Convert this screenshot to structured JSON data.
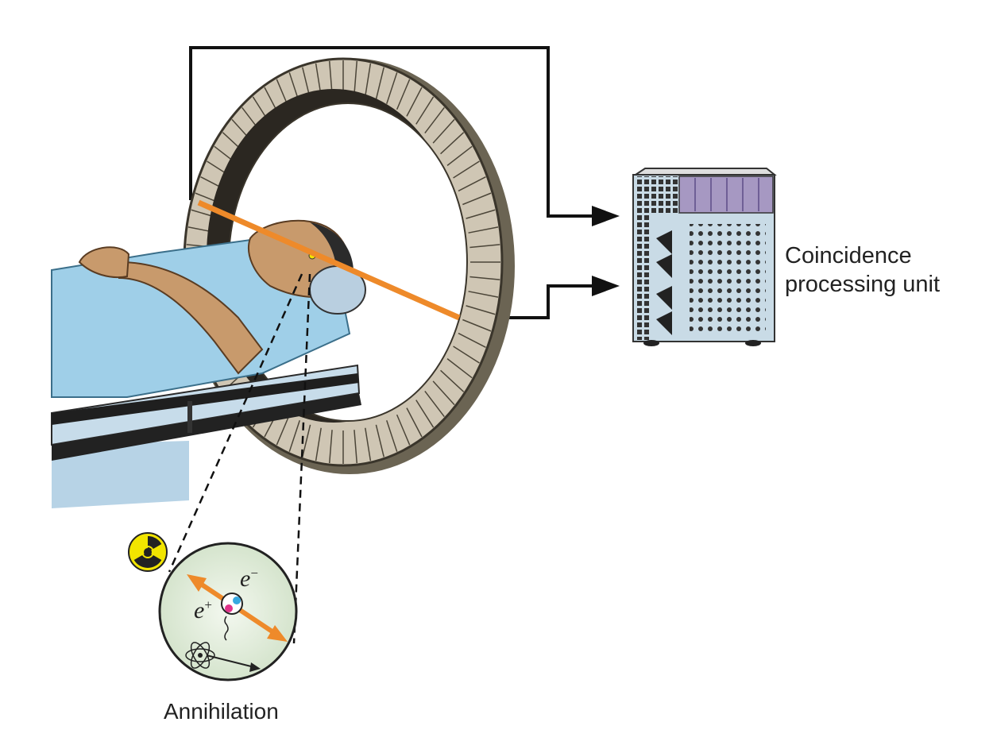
{
  "labels": {
    "unit_line1": "Coincidence",
    "unit_line2": "processing unit",
    "annihilation": "Annihilation",
    "electron": "e",
    "electron_charge": "−",
    "positron": "e",
    "positron_charge": "+"
  },
  "colors": {
    "detector_ring": "#cfc6b4",
    "detector_dark": "#4b4538",
    "gamma_ray": "#ee8a2a",
    "gown": "#9fcfe8",
    "skin": "#c89a6c",
    "table": "#b7d3e6",
    "unit_body": "#c9dbe6",
    "unit_top": "#a698c2",
    "inset_bg": "#e4efdd",
    "radiation_yellow": "#f2e500"
  }
}
